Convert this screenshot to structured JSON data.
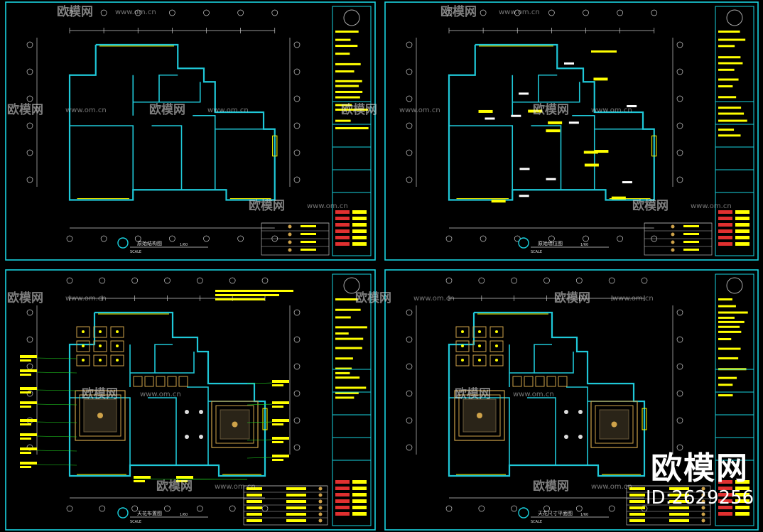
{
  "watermark": {
    "brand": "欧模网",
    "url": "www.om.cn",
    "id": "ID:2629256"
  },
  "sheets": [
    {
      "title": "原始结构图",
      "scale_label": "SCALE",
      "scale": "1/60"
    },
    {
      "title": "原始墙位图",
      "scale_label": "SCALE",
      "scale": "1/60"
    },
    {
      "title": "天花布置图",
      "scale_label": "SCALE",
      "scale": "1/60"
    },
    {
      "title": "天花尺寸平面图",
      "scale_label": "SCALE",
      "scale": "1/60"
    }
  ],
  "colors": {
    "frame": "#19d3e0",
    "wall": "#1fc8d8",
    "note": "#ffff00",
    "dim": "#c8c8c8",
    "green": "#22dd22",
    "background": "#000000"
  }
}
